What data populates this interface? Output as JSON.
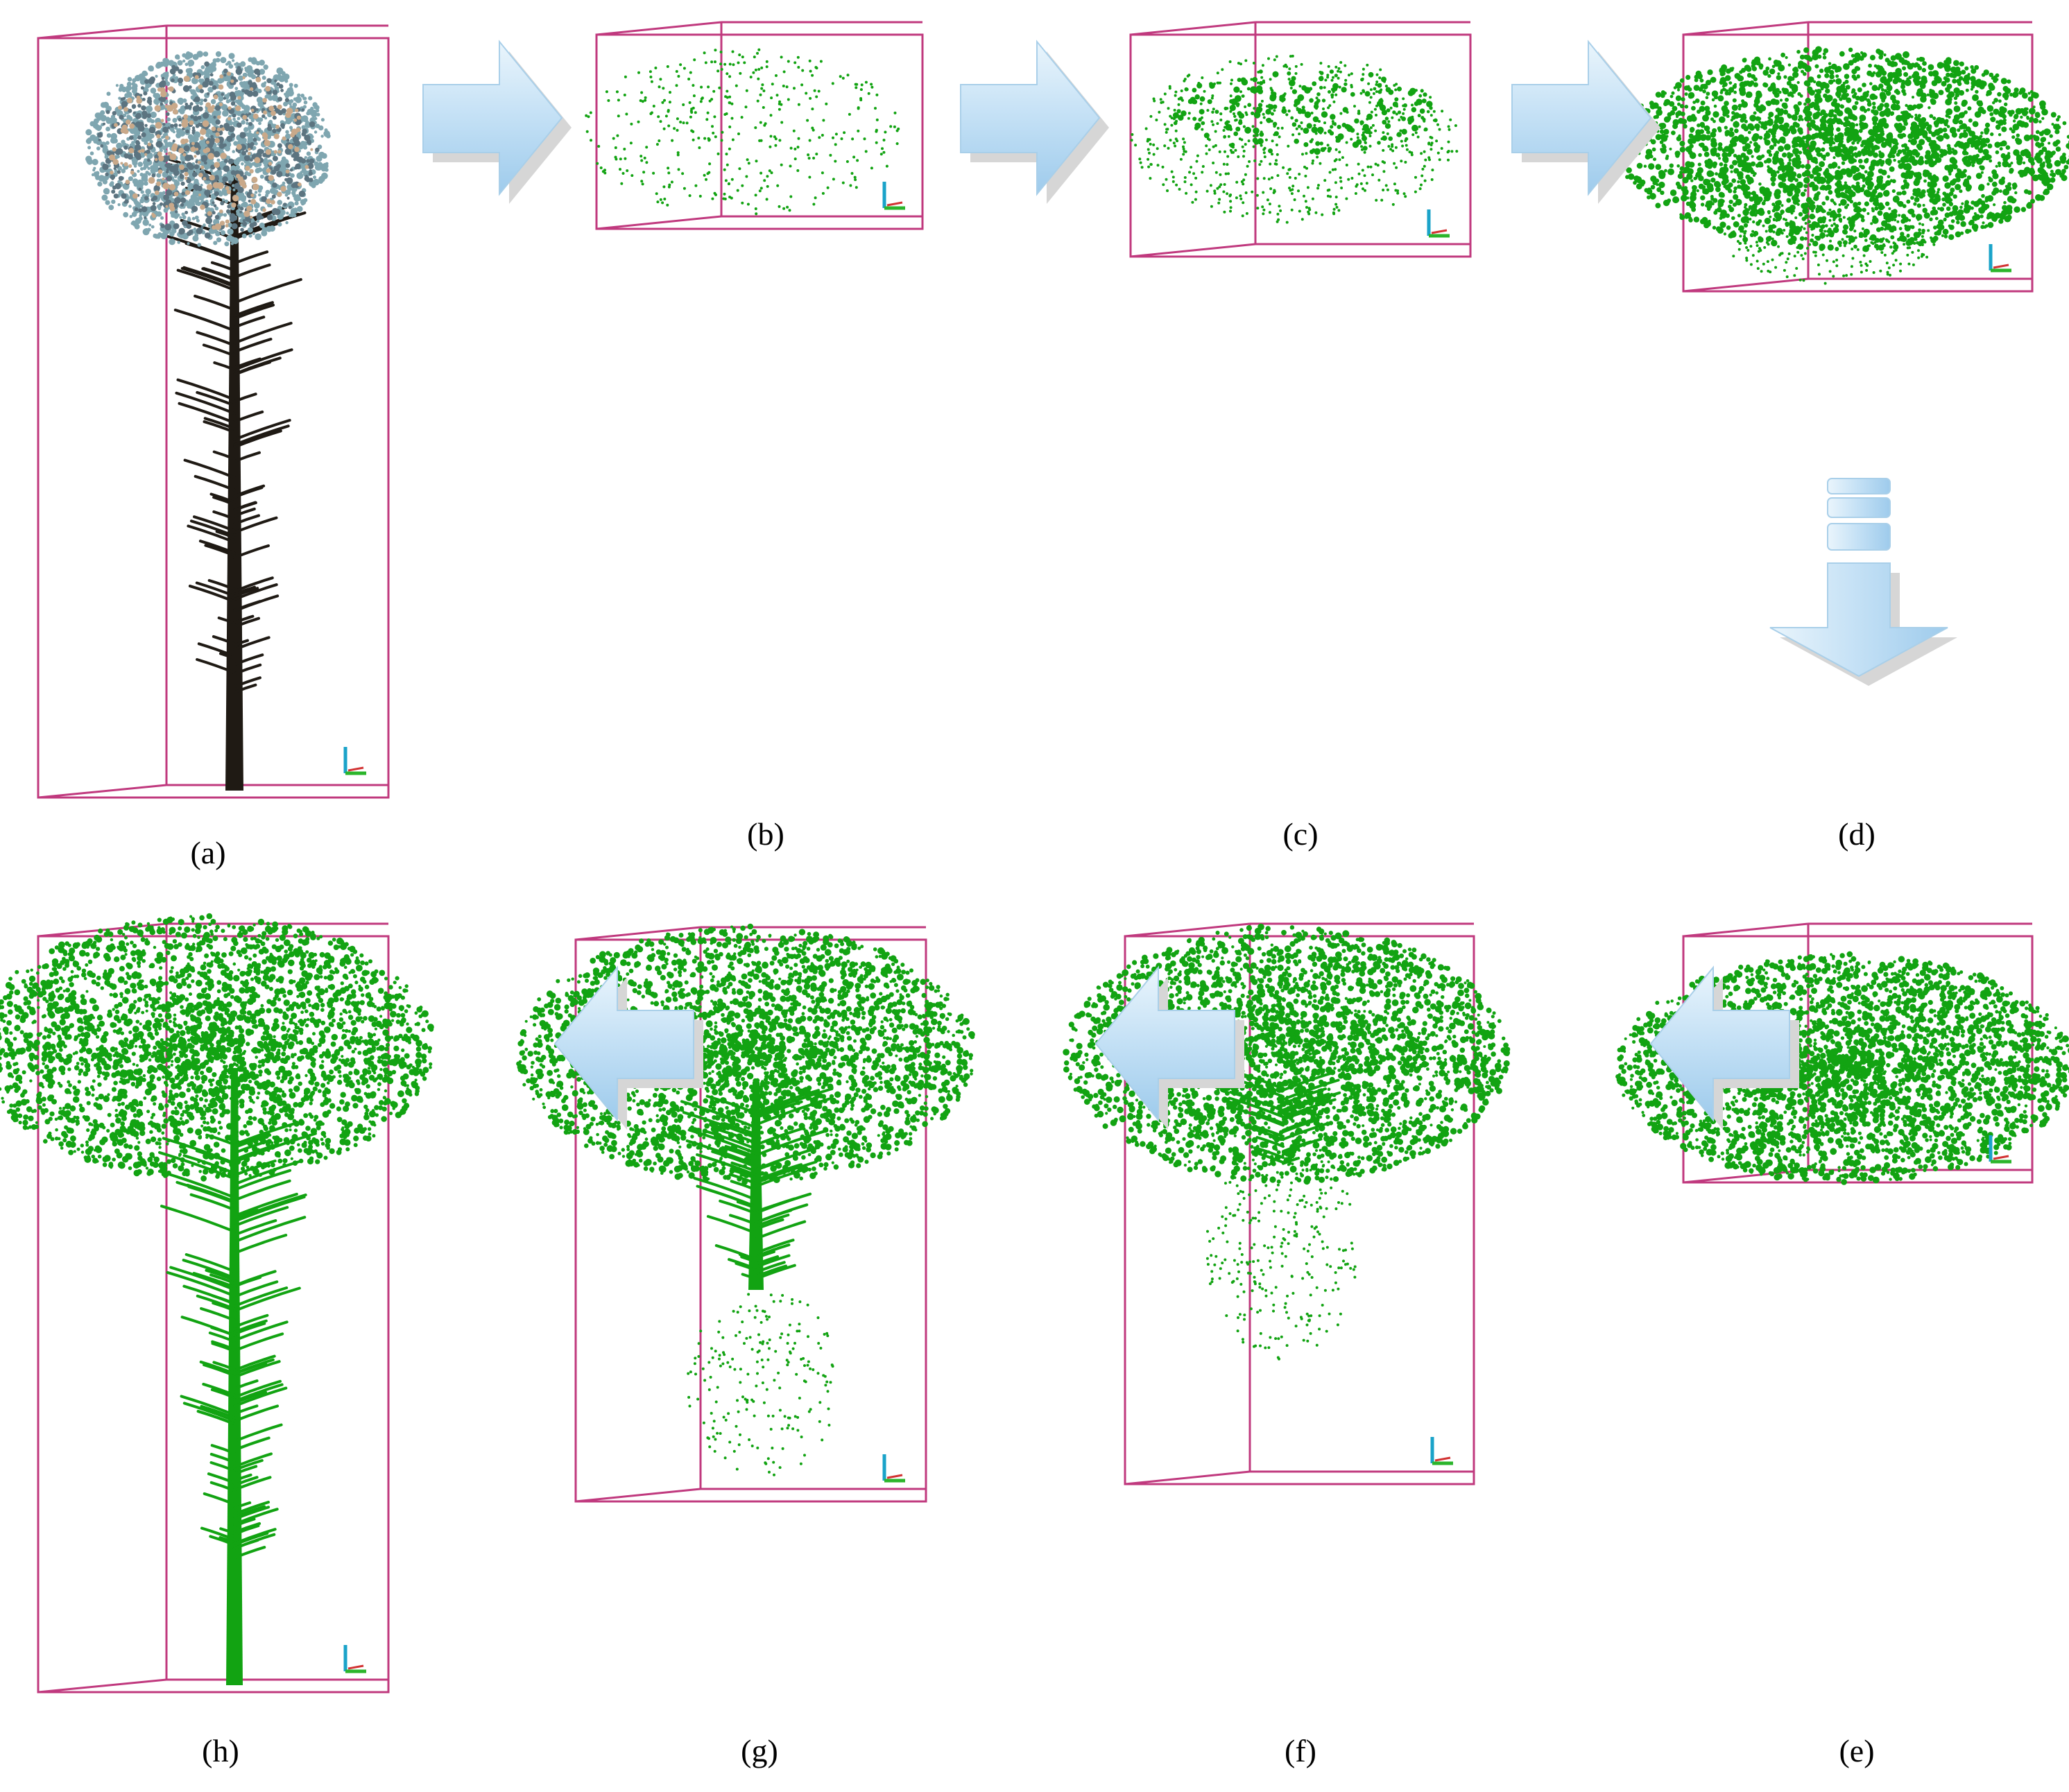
{
  "panels": [
    {
      "id": "a",
      "label": "(a)",
      "content": "colored-tree"
    },
    {
      "id": "b",
      "label": "(b)",
      "content": "sparse-points"
    },
    {
      "id": "c",
      "label": "(c)",
      "content": "denser-points"
    },
    {
      "id": "d",
      "label": "(d)",
      "content": "crown-cloud"
    },
    {
      "id": "e",
      "label": "(e)",
      "content": "crown-cloud-full"
    },
    {
      "id": "f",
      "label": "(f)",
      "content": "crown-with-stems-sparse"
    },
    {
      "id": "g",
      "label": "(g)",
      "content": "crown-with-branches"
    },
    {
      "id": "h",
      "label": "(h)",
      "content": "full-tree-green"
    }
  ],
  "colors": {
    "box": "#c0397e",
    "point": "#12a312",
    "foliage": "#7fa6b0",
    "trunk": "#1f1a14",
    "arrow_fill": "#bcdcf3",
    "arrow_shadow": "#d6d6d6",
    "axis_y": "#1aa3c9",
    "axis_x": "#2bb52b",
    "axis_z": "#d23333"
  },
  "arrows": [
    {
      "from": "a",
      "to": "b",
      "direction": "right"
    },
    {
      "from": "b",
      "to": "c",
      "direction": "right"
    },
    {
      "from": "c",
      "to": "d",
      "direction": "right"
    },
    {
      "from": "d",
      "to": "e",
      "direction": "down"
    },
    {
      "from": "e",
      "to": "f",
      "direction": "left"
    },
    {
      "from": "f",
      "to": "g",
      "direction": "left"
    },
    {
      "from": "g",
      "to": "h",
      "direction": "left"
    }
  ]
}
